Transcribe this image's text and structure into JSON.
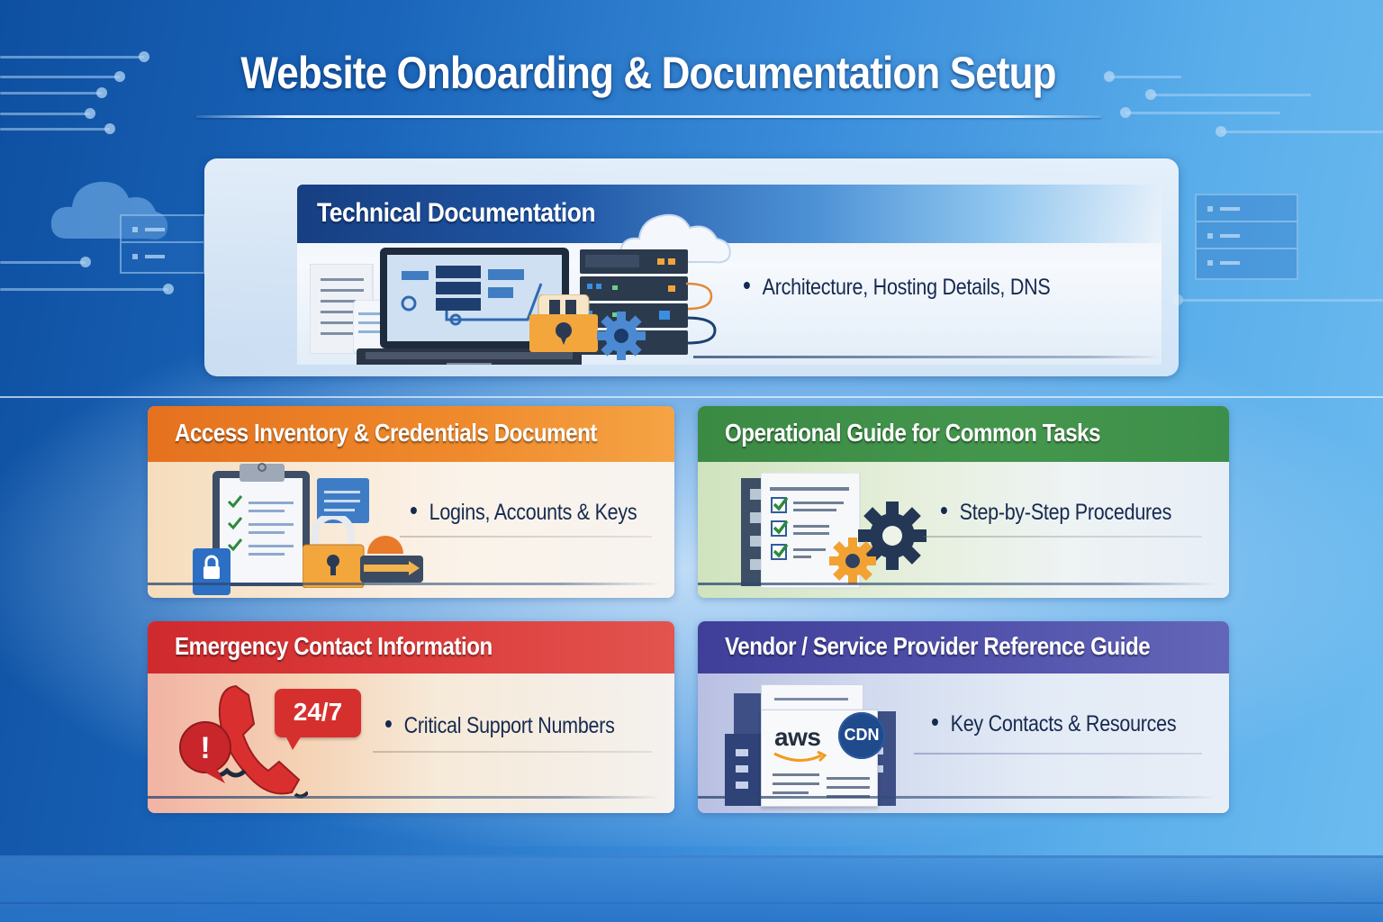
{
  "page": {
    "title": "Website Onboarding & Documentation Setup"
  },
  "sections": [
    {
      "id": "technical",
      "heading": "Technical Documentation",
      "bullet": "Architecture, Hosting Details, DNS",
      "accent": "#1a4a94",
      "icons": [
        "laptop-diagram-icon",
        "server-rack-icon",
        "cloud-icon",
        "padlock-icon",
        "gear-icon",
        "document-icon"
      ]
    },
    {
      "id": "access",
      "heading": "Access Inventory & Credentials Document",
      "bullet": "Logins, Accounts & Keys",
      "accent": "#e87d22",
      "icons": [
        "clipboard-checklist-icon",
        "padlock-icon",
        "key-icon",
        "lock-badge-icon"
      ]
    },
    {
      "id": "operational",
      "heading": "Operational Guide for Common Tasks",
      "bullet": "Step-by-Step Procedures",
      "accent": "#3f8d46",
      "icons": [
        "checklist-document-icon",
        "gear-icon",
        "building-icon"
      ]
    },
    {
      "id": "emergency",
      "heading": "Emergency Contact Information",
      "bullet": "Critical Support Numbers",
      "accent": "#d9353a",
      "badge": "24/7",
      "alert_glyph": "!",
      "icons": [
        "phone-handset-icon",
        "alert-bubble-icon",
        "speech-bubble-icon"
      ]
    },
    {
      "id": "vendor",
      "heading": "Vendor / Service Provider Reference Guide",
      "bullet": "Key Contacts & Resources",
      "accent": "#4d4fa8",
      "logos": {
        "aws": "aws",
        "cdn": "CDN"
      },
      "icons": [
        "vendor-document-icon",
        "aws-logo-icon",
        "cdn-badge-icon",
        "building-icon"
      ]
    }
  ]
}
